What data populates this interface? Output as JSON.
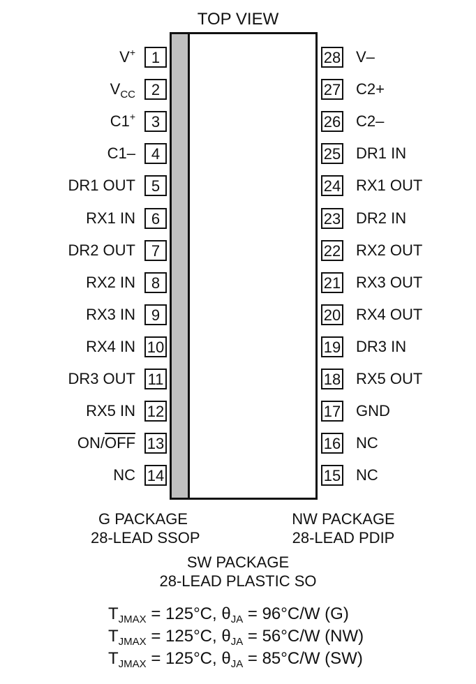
{
  "title": "TOP VIEW",
  "left_pins": [
    {
      "num": "1",
      "name": "V",
      "sup": "+"
    },
    {
      "num": "2",
      "name": "V",
      "sub": "CC"
    },
    {
      "num": "3",
      "name": "C1",
      "sup": "+"
    },
    {
      "num": "4",
      "name": "C1–"
    },
    {
      "num": "5",
      "name": "DR1 OUT"
    },
    {
      "num": "6",
      "name": "RX1 IN"
    },
    {
      "num": "7",
      "name": "DR2 OUT"
    },
    {
      "num": "8",
      "name": "RX2 IN"
    },
    {
      "num": "9",
      "name": "RX3 IN"
    },
    {
      "num": "10",
      "name": "RX4 IN"
    },
    {
      "num": "11",
      "name": "DR3 OUT"
    },
    {
      "num": "12",
      "name": "RX5 IN"
    },
    {
      "num": "13",
      "name": "ON/",
      "overline": "OFF"
    },
    {
      "num": "14",
      "name": "NC"
    }
  ],
  "right_pins": [
    {
      "num": "28",
      "name": "V–"
    },
    {
      "num": "27",
      "name": "C2+"
    },
    {
      "num": "26",
      "name": "C2–"
    },
    {
      "num": "25",
      "name": "DR1 IN"
    },
    {
      "num": "24",
      "name": "RX1 OUT"
    },
    {
      "num": "23",
      "name": "DR2 IN"
    },
    {
      "num": "22",
      "name": "RX2 OUT"
    },
    {
      "num": "21",
      "name": "RX3 OUT"
    },
    {
      "num": "20",
      "name": "RX4 OUT"
    },
    {
      "num": "19",
      "name": "DR3 IN"
    },
    {
      "num": "18",
      "name": "RX5 OUT"
    },
    {
      "num": "17",
      "name": "GND"
    },
    {
      "num": "16",
      "name": "NC"
    },
    {
      "num": "15",
      "name": "NC"
    }
  ],
  "packages": {
    "g": {
      "line1": "G PACKAGE",
      "line2": "28-LEAD SSOP"
    },
    "nw": {
      "line1": "NW PACKAGE",
      "line2": "28-LEAD PDIP"
    },
    "sw": {
      "line1": "SW PACKAGE",
      "line2": "28-LEAD PLASTIC SO"
    }
  },
  "thermal": [
    {
      "t": "T",
      "t_sub": "JMAX",
      "mid": " = 125°C, θ",
      "theta_sub": "JA",
      "tail": " = 96°C/W (G)"
    },
    {
      "t": "T",
      "t_sub": "JMAX",
      "mid": " = 125°C, θ",
      "theta_sub": "JA",
      "tail": " = 56°C/W (NW)"
    },
    {
      "t": "T",
      "t_sub": "JMAX",
      "mid": " = 125°C, θ",
      "theta_sub": "JA",
      "tail": " = 85°C/W (SW)"
    }
  ]
}
